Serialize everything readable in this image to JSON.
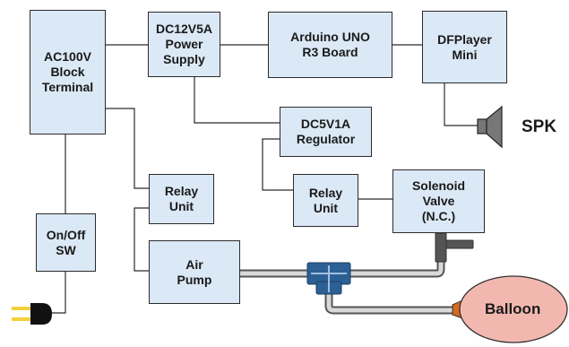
{
  "colors": {
    "box_fill": "#dbe8f5",
    "wire": "#2b2b2b",
    "tube_outer": "#555555",
    "tube_inner": "#d9d9d9",
    "fitting": "#2c5f93",
    "balloon_fill": "#f2b8b0",
    "balloon_neck": "#d46a1f",
    "speaker": "#777777",
    "plug": "#111111",
    "plug_pins": "#f2d13a"
  },
  "blocks": {
    "ac_block": "AC100V\nBlock\nTerminal",
    "power_supply": "DC12V5A\nPower\nSupply",
    "arduino": "Arduino UNO\nR3 Board",
    "dfplayer": "DFPlayer\nMini",
    "regulator": "DC5V1A\nRegulator",
    "relay_left": "Relay\nUnit",
    "relay_right": "Relay\nUnit",
    "solenoid": "Solenoid\nValve\n(N.C.)",
    "switch": "On/Off\nSW",
    "air_pump": "Air\nPump"
  },
  "labels": {
    "speaker": "SPK",
    "balloon": "Balloon"
  },
  "icons": {
    "speaker": "speaker-icon",
    "plug": "power-plug-icon",
    "balloon": "balloon-icon",
    "fitting": "tee-fitting-icon"
  }
}
